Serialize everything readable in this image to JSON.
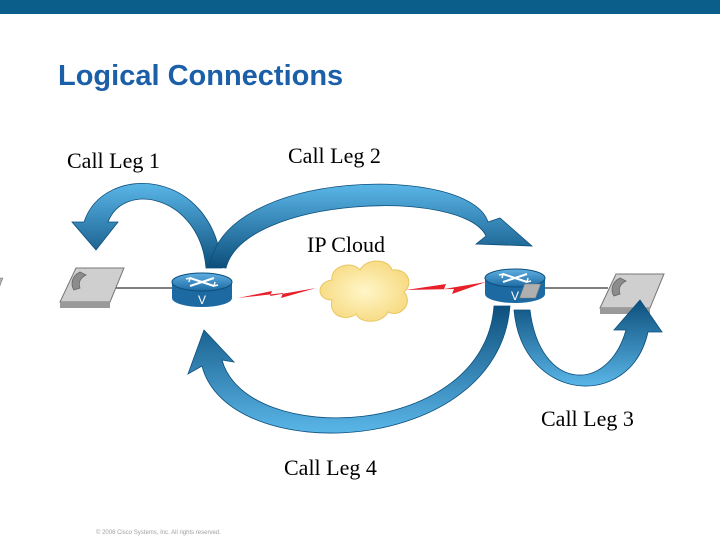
{
  "title": "Logical Connections",
  "labels": {
    "call_leg_1": "Call Leg 1",
    "call_leg_2": "Call Leg 2",
    "ip_cloud": "IP Cloud",
    "call_leg_3": "Call Leg 3",
    "call_leg_4": "Call Leg 4"
  },
  "router_glyph": "V",
  "footer": "© 2006 Cisco Systems, Inc. All rights reserved.",
  "colors": {
    "top_bar": "#0b5e8a",
    "title": "#1b5fa8",
    "arrow_dark": "#0d4f7c",
    "arrow_light": "#5ab6e8",
    "router": "#2a7fb8",
    "wan_link": "#e8202a",
    "cloud": "#ffe9a0",
    "phone": "#c4c4c4"
  },
  "icons": [
    "ip-phone-icon",
    "voice-router-icon",
    "ip-cloud-icon",
    "serial-link-icon",
    "call-leg-arrow"
  ]
}
